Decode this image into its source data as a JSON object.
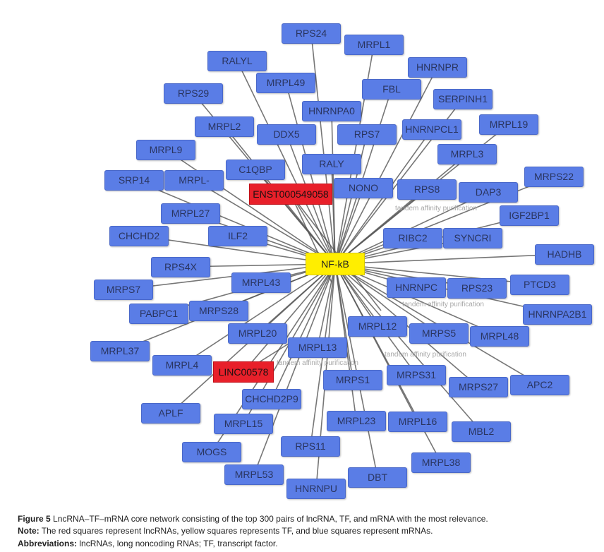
{
  "network": {
    "center": "NF-kB",
    "edge_label": "tandem affinity purification",
    "lncrnas": [
      "ENST000549058",
      "LINC00578"
    ],
    "mrnas": [
      "RPS24",
      "MRPL1",
      "RALYL",
      "HNRNPR",
      "MRPL49",
      "RPS29",
      "FBL",
      "HNRNPA0",
      "SERPINH1",
      "MRPL2",
      "DDX5",
      "RPS7",
      "HNRNPCL1",
      "MRPL19",
      "MRPL9",
      "MRPL3",
      "RALY",
      "SRP14",
      "MRPL-",
      "C1QBP",
      "NONO",
      "RPS8",
      "DAP3",
      "MRPS22",
      "MRPL27",
      "CHCHD2",
      "ILF2",
      "RIBC2",
      "SYNCRI",
      "IGF2BP1",
      "HADHB",
      "RPS4X",
      "MRPL43",
      "MRPS7",
      "HNRNPC",
      "RPS23",
      "PTCD3",
      "PABPC1",
      "MRPS28",
      "MRPL12",
      "MRPS5",
      "MRPL48",
      "HNRNPA2B1",
      "MRPL20",
      "MRPL13",
      "MRPL37",
      "MRPL4",
      "MRPS1",
      "MRPS31",
      "MRPS27",
      "APC2",
      "CHCHD2P9",
      "APLF",
      "MRPL15",
      "MRPL23",
      "MRPL16",
      "MBL2",
      "MOGS",
      "RPS11",
      "MRPL53",
      "MRPL38",
      "DBT",
      "HNRNPU"
    ],
    "colors": {
      "lncrna": "#e8202a",
      "tf": "#ffee00",
      "mrna": "#5a7de6",
      "edge": "#555555"
    }
  },
  "caption": {
    "figure_label": "Figure 5",
    "figure_text": " LncRNA–TF–mRNA core network consisting of the top 300 pairs of lncRNA, TF, and mRNA with the most relevance.",
    "note_label": "Note:",
    "note_text": " The red squares represent lncRNAs, yellow squares represents TF, and blue squares represent mRNAs.",
    "abbr_label": "Abbreviations:",
    "abbr_text": " lncRNAs, long noncoding RNAs; TF, transcript factor."
  }
}
